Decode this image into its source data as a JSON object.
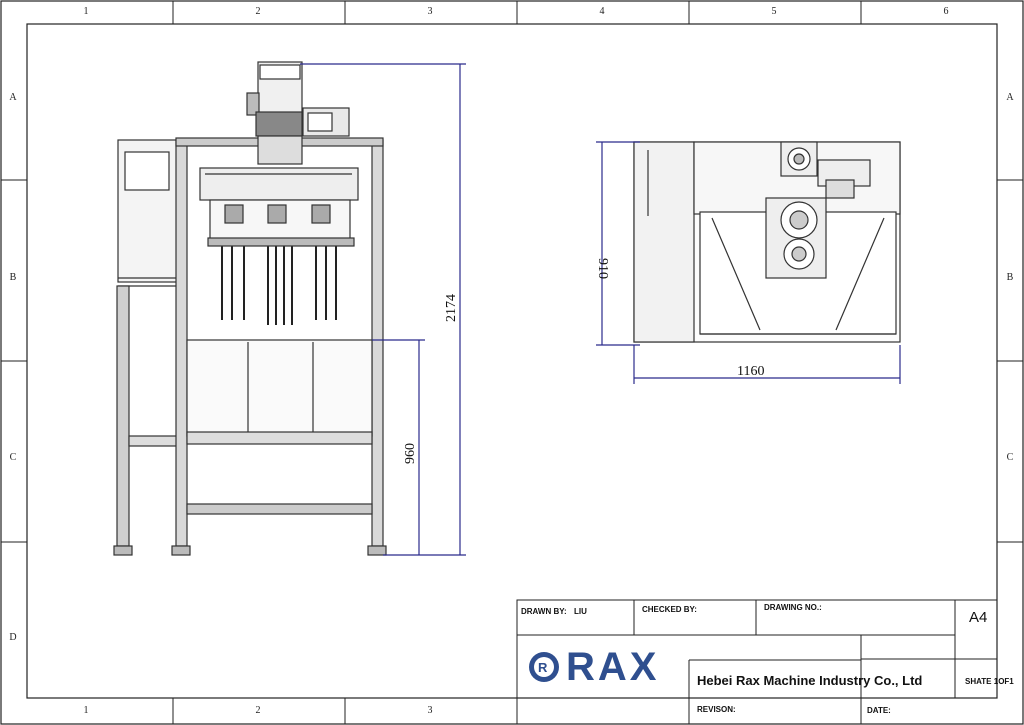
{
  "zones": {
    "columns_top": [
      "1",
      "2",
      "3",
      "4",
      "5",
      "6"
    ],
    "columns_bottom": [
      "1",
      "2",
      "3"
    ],
    "rows_left": [
      "A",
      "B",
      "C",
      "D"
    ],
    "rows_right": [
      "A",
      "B",
      "C"
    ]
  },
  "dimensions": {
    "front_total_height": "2174",
    "front_table_height": "960",
    "top_depth": "910",
    "top_width": "1160"
  },
  "title_block": {
    "drawn_by_label": "DRAWN BY:",
    "drawn_by_value": "LIU",
    "checked_by_label": "CHECKED BY:",
    "drawing_no_label": "DRAWING NO.:",
    "sheet_size": "A4",
    "logo_text": "RAX",
    "company": "Hebei Rax Machine Industry Co., Ltd",
    "sheet": "SHATE 1OF1",
    "revision_label": "REVISON:",
    "date_label": "DATE:"
  },
  "colors": {
    "line": "#222222",
    "dimension": "#2b2b8c",
    "logo_blue": "#2f4f8f",
    "part_gray": "#c9c9c9"
  }
}
